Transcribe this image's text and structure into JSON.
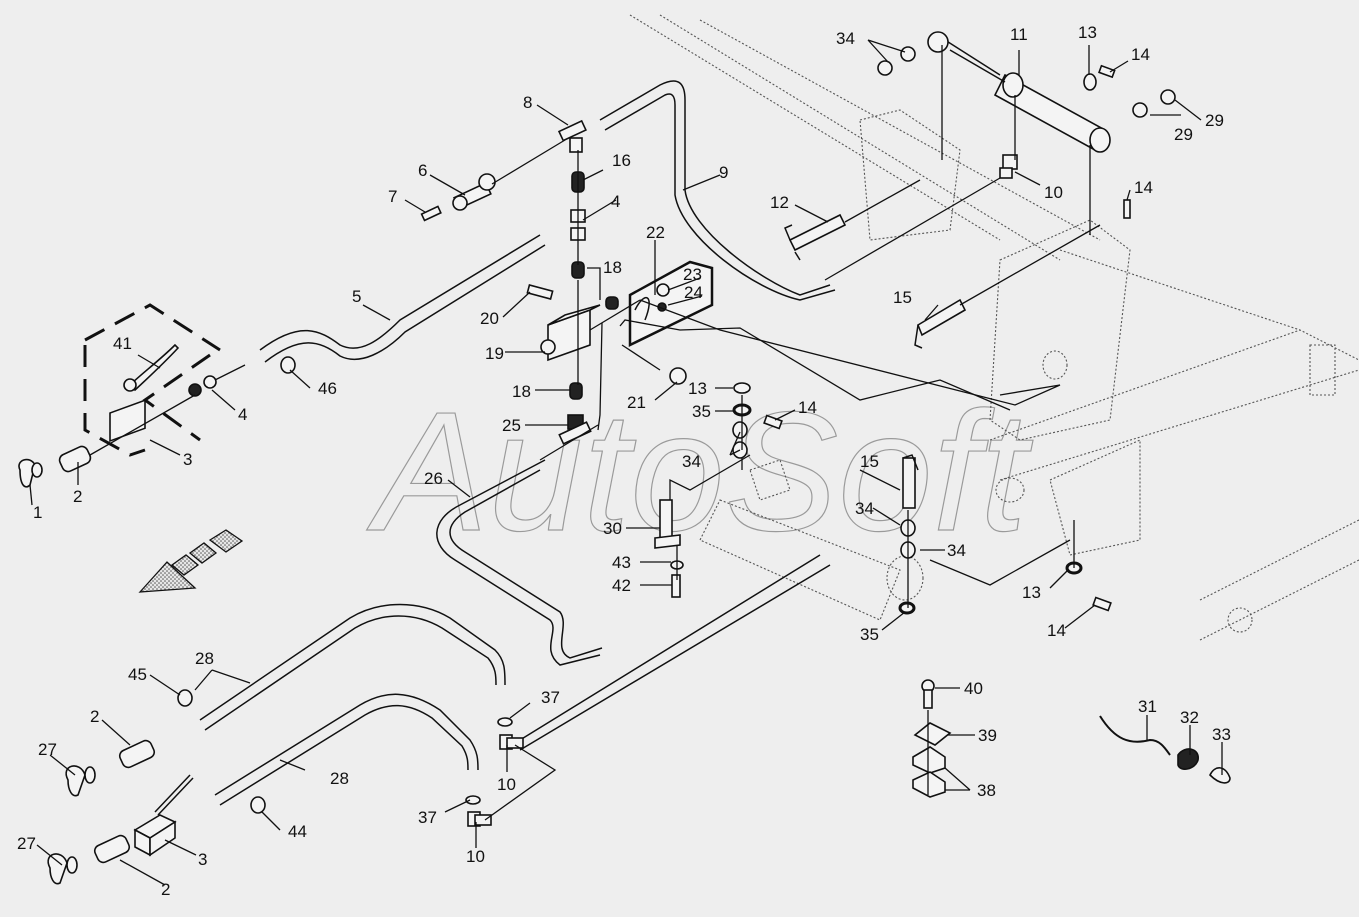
{
  "diagram": {
    "title": "Hydraulic hose and hitch assembly - exploded parts view",
    "watermark": "AutoSoft",
    "direction_arrow": "forward-direction",
    "callouts": [
      {
        "id": "c1",
        "label": "1"
      },
      {
        "id": "c2a",
        "label": "2"
      },
      {
        "id": "c2b",
        "label": "2"
      },
      {
        "id": "c2c",
        "label": "2"
      },
      {
        "id": "c3a",
        "label": "3"
      },
      {
        "id": "c3b",
        "label": "3"
      },
      {
        "id": "c4a",
        "label": "4"
      },
      {
        "id": "c4b",
        "label": "4"
      },
      {
        "id": "c5",
        "label": "5"
      },
      {
        "id": "c6",
        "label": "6"
      },
      {
        "id": "c7",
        "label": "7"
      },
      {
        "id": "c8",
        "label": "8"
      },
      {
        "id": "c9",
        "label": "9"
      },
      {
        "id": "c10a",
        "label": "10"
      },
      {
        "id": "c10b",
        "label": "10"
      },
      {
        "id": "c10c",
        "label": "10"
      },
      {
        "id": "c11",
        "label": "11"
      },
      {
        "id": "c12",
        "label": "12"
      },
      {
        "id": "c13a",
        "label": "13"
      },
      {
        "id": "c13b",
        "label": "13"
      },
      {
        "id": "c13c",
        "label": "13"
      },
      {
        "id": "c14a",
        "label": "14"
      },
      {
        "id": "c14b",
        "label": "14"
      },
      {
        "id": "c14c",
        "label": "14"
      },
      {
        "id": "c14d",
        "label": "14"
      },
      {
        "id": "c15a",
        "label": "15"
      },
      {
        "id": "c15b",
        "label": "15"
      },
      {
        "id": "c16",
        "label": "16"
      },
      {
        "id": "c18a",
        "label": "18"
      },
      {
        "id": "c18b",
        "label": "18"
      },
      {
        "id": "c19",
        "label": "19"
      },
      {
        "id": "c20",
        "label": "20"
      },
      {
        "id": "c21",
        "label": "21"
      },
      {
        "id": "c22",
        "label": "22"
      },
      {
        "id": "c23",
        "label": "23"
      },
      {
        "id": "c24",
        "label": "24"
      },
      {
        "id": "c25",
        "label": "25"
      },
      {
        "id": "c26",
        "label": "26"
      },
      {
        "id": "c27a",
        "label": "27"
      },
      {
        "id": "c27b",
        "label": "27"
      },
      {
        "id": "c28a",
        "label": "28"
      },
      {
        "id": "c28b",
        "label": "28"
      },
      {
        "id": "c29a",
        "label": "29"
      },
      {
        "id": "c29b",
        "label": "29"
      },
      {
        "id": "c30",
        "label": "30"
      },
      {
        "id": "c31",
        "label": "31"
      },
      {
        "id": "c32",
        "label": "32"
      },
      {
        "id": "c33",
        "label": "33"
      },
      {
        "id": "c34a",
        "label": "34"
      },
      {
        "id": "c34b",
        "label": "34"
      },
      {
        "id": "c34c",
        "label": "34"
      },
      {
        "id": "c34d",
        "label": "34"
      },
      {
        "id": "c35a",
        "label": "35"
      },
      {
        "id": "c35b",
        "label": "35"
      },
      {
        "id": "c37a",
        "label": "37"
      },
      {
        "id": "c37b",
        "label": "37"
      },
      {
        "id": "c38",
        "label": "38"
      },
      {
        "id": "c39",
        "label": "39"
      },
      {
        "id": "c40",
        "label": "40"
      },
      {
        "id": "c41",
        "label": "41"
      },
      {
        "id": "c42",
        "label": "42"
      },
      {
        "id": "c43",
        "label": "43"
      },
      {
        "id": "c44",
        "label": "44"
      },
      {
        "id": "c45",
        "label": "45"
      },
      {
        "id": "c46",
        "label": "46"
      }
    ]
  }
}
